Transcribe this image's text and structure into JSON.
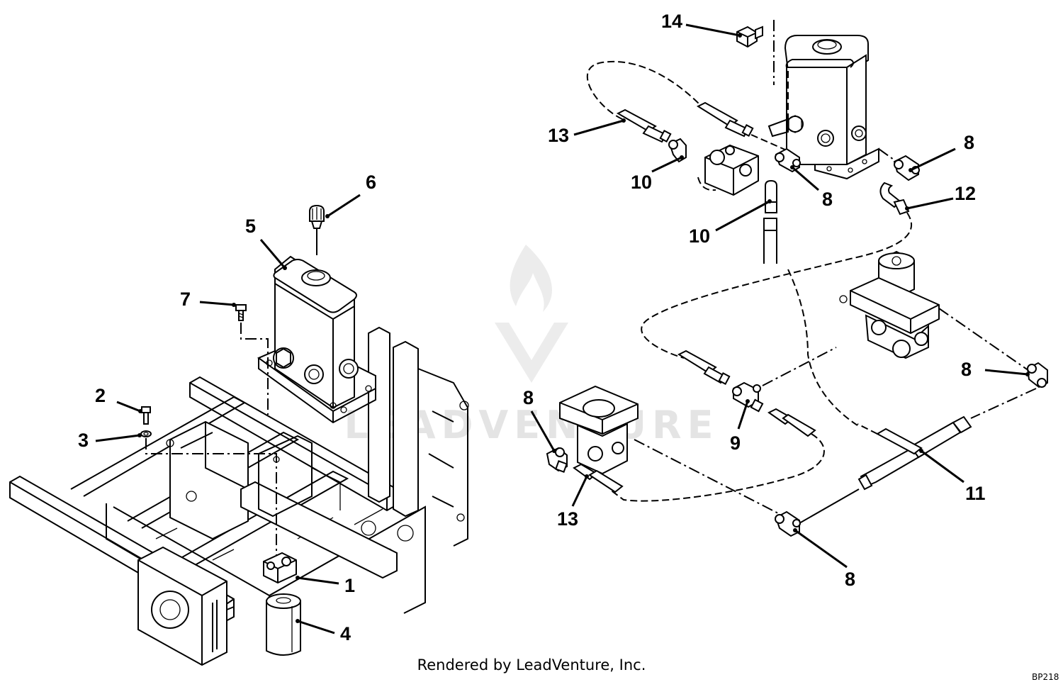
{
  "watermark": {
    "text": "LEADVENTURE"
  },
  "footer": {
    "text": "Rendered by LeadVenture, Inc.",
    "corner_code": "BP218"
  },
  "callouts": [
    {
      "id": "c1",
      "label": "1"
    },
    {
      "id": "c2",
      "label": "2"
    },
    {
      "id": "c3",
      "label": "3"
    },
    {
      "id": "c4",
      "label": "4"
    },
    {
      "id": "c5",
      "label": "5"
    },
    {
      "id": "c6",
      "label": "6"
    },
    {
      "id": "c7",
      "label": "7"
    },
    {
      "id": "c8a",
      "label": "8"
    },
    {
      "id": "c8b",
      "label": "8"
    },
    {
      "id": "c8c",
      "label": "8"
    },
    {
      "id": "c8d",
      "label": "8"
    },
    {
      "id": "c8e",
      "label": "8"
    },
    {
      "id": "c9",
      "label": "9"
    },
    {
      "id": "c10a",
      "label": "10"
    },
    {
      "id": "c10b",
      "label": "10"
    },
    {
      "id": "c11",
      "label": "11"
    },
    {
      "id": "c12",
      "label": "12"
    },
    {
      "id": "c13a",
      "label": "13"
    },
    {
      "id": "c13b",
      "label": "13"
    },
    {
      "id": "c14",
      "label": "14"
    }
  ]
}
